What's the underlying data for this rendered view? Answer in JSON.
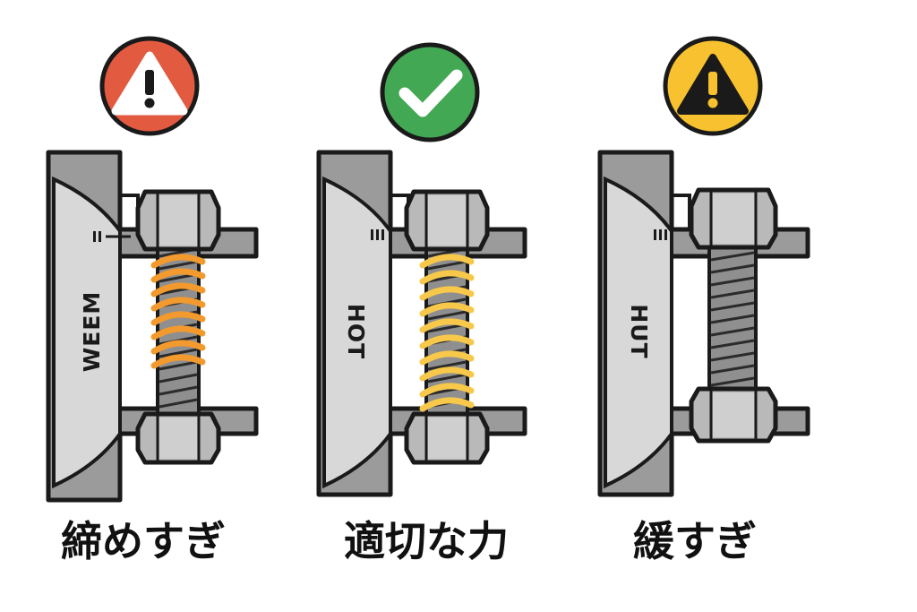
{
  "panels": [
    {
      "id": "over",
      "caption": "締めすぎ",
      "flange_text": "WEEM",
      "status_icon": "warning-icon",
      "badge_color": "#e25a40",
      "spring_color": "#f39a2e",
      "spring_shadow": "#b86512"
    },
    {
      "id": "proper",
      "caption": "適切な力",
      "flange_text": "HOT",
      "status_icon": "check-icon",
      "badge_color": "#43a853",
      "spring_color": "#f7c84a",
      "spring_shadow": "#b8901e"
    },
    {
      "id": "loose",
      "caption": "緩すぎ",
      "flange_text": "HUT",
      "status_icon": "warning-icon",
      "badge_color": "#f8c12f",
      "spring_color": null,
      "spring_shadow": null
    }
  ]
}
